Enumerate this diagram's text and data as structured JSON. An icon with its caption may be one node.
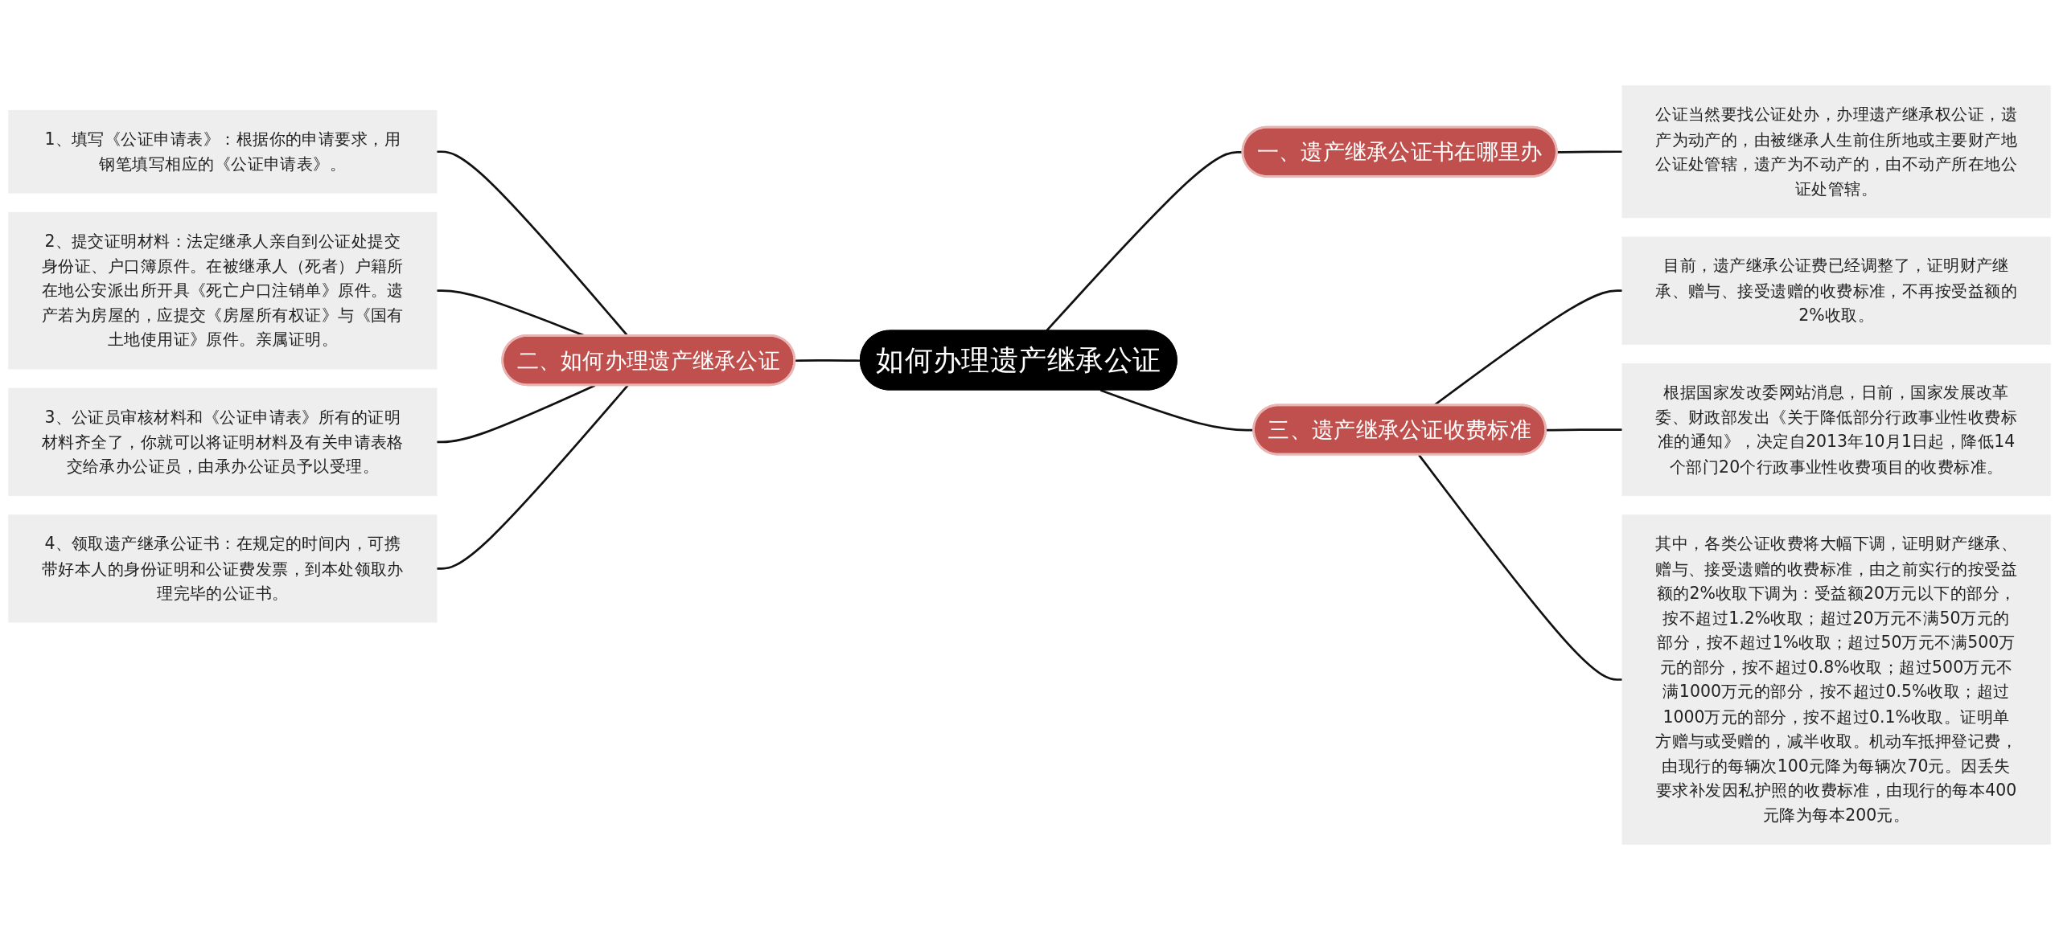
{
  "diagram": {
    "nodes": [
      {
        "text": [
          "如何办理遗产继承公证"
        ]
      },
      {
        "text": [
          "一、遗产继承公证书在哪里办"
        ]
      },
      {
        "text": [
          "公证当然要找公证处办，办理遗产继承权公证，遗产为动产的，由被继承人生前住所地或主要财产地公证处管辖，遗产为不动产的，由不动产所在地公证处管辖。"
        ]
      },
      {
        "text": [
          "二、如何办理遗产继承公证"
        ]
      },
      {
        "text": [
          "1、填写《公证申请表》：根据你的申请要求，用钢笔填写相应的《公证申请表》。"
        ]
      },
      {
        "text": [
          "2、提交证明材料：法定继承人亲自到公证处提交身份证、户口簿原件。在被继承人（死者）户籍所在地公安派出所开具《死亡户口注销单》原件。遗产若为房屋的，应提交《房屋所有权证》与《国有土地使用证》原件。亲属证明。"
        ]
      },
      {
        "text": [
          "3、公证员审核材料和《公证申请表》所有的证明材料齐全了，你就可以将证明材料及有关申请表格交给承办公证员，由承办公证员予以受理。"
        ]
      },
      {
        "text": [
          "4、领取遗产继承公证书：在规定的时间内，可携带好本人的身份证明和公证费发票，到本处领取办理完毕的公证书。"
        ]
      },
      {
        "text": [
          "三、遗产继承公证收费标准"
        ]
      },
      {
        "text": [
          "目前，遗产继承公证费已经调整了，证明财产继承、赠与、接受遗赠的收费标准，不再按受益额的2%收取。"
        ]
      },
      {
        "text": [
          "根据国家发改委网站消息，日前，国家发展改革委、财政部发出《关于降低部分行政事业性收费标准的通知》，决定自2013年10月1日起，降低14个部门20个行政事业性收费项目的收费标准。"
        ]
      },
      {
        "text": [
          "其中，各类公证收费将大幅下调，证明财产继承、赠与、接受遗赠的收费标准，由之前实行的按受益额的2%收取下调为：受益额20万元以下的部分，按不超过1.2%收取；超过20万元不满50万元的部分，按不超过1%收取；超过50万元不满500万元的部分，按不超过0.8%收取；超过500万元不满1000万元的部分，按不超过0.5%收取；超过1000万元的部分，按不超过0.1%收取。证明单方赠与或受赠的，减半收取。机动车抵押登记费，由现行的每辆次100元降为每辆次70元。因丢失要求补发因私护照的收费标准，由现行的每本400元降为每本200元。"
        ]
      }
    ],
    "edges": [
      {
        "from": 0,
        "to": 1,
        "arrow": "none"
      },
      {
        "from": 1,
        "to": 2,
        "arrow": "none"
      },
      {
        "from": 0,
        "to": 3,
        "arrow": "none"
      },
      {
        "from": 3,
        "to": 4,
        "arrow": "none"
      },
      {
        "from": 3,
        "to": 5,
        "arrow": "none"
      },
      {
        "from": 3,
        "to": 6,
        "arrow": "none"
      },
      {
        "from": 3,
        "to": 7,
        "arrow": "none"
      },
      {
        "from": 0,
        "to": 8,
        "arrow": "none"
      },
      {
        "from": 8,
        "to": 9,
        "arrow": "none"
      },
      {
        "from": 8,
        "to": 10,
        "arrow": "none"
      },
      {
        "from": 8,
        "to": 11,
        "arrow": "none"
      }
    ]
  }
}
